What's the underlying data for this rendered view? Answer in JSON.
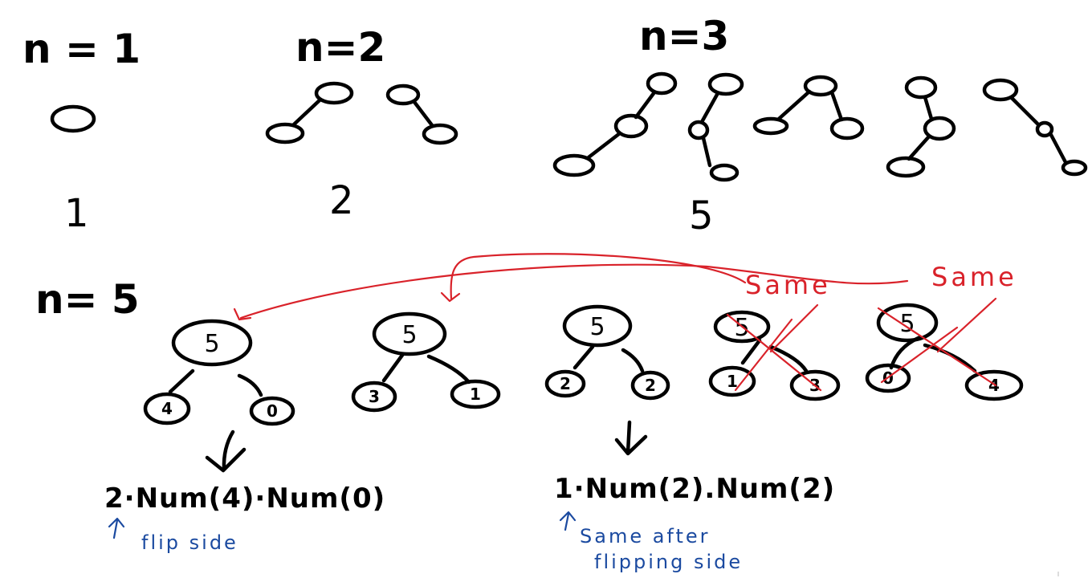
{
  "labels": {
    "n1": "n = 1",
    "n2": "n=2",
    "n3": "n=3",
    "n5": "n= 5",
    "count_n1": "1",
    "count_n2": "2",
    "count_n3": "5"
  },
  "n5_trees": [
    {
      "root": "5",
      "left": "4",
      "right": "0"
    },
    {
      "root": "5",
      "left": "3",
      "right": "1"
    },
    {
      "root": "5",
      "left": "2",
      "right": "2"
    },
    {
      "root": "5",
      "left": "1",
      "right": "3"
    },
    {
      "root": "5",
      "left": "0",
      "right": "4"
    }
  ],
  "annotations": {
    "same_1": "Same",
    "same_2": "Same",
    "formula_1": "2·Num(4)·Num(0)",
    "formula_2": "1·Num(2).Num(2)",
    "note_1": "flip side",
    "note_2_line1": "Same after",
    "note_2_line2": "flipping side"
  },
  "colors": {
    "ink": "#000000",
    "annotation_red": "#d9222a",
    "annotation_blue": "#1b4aa0"
  }
}
